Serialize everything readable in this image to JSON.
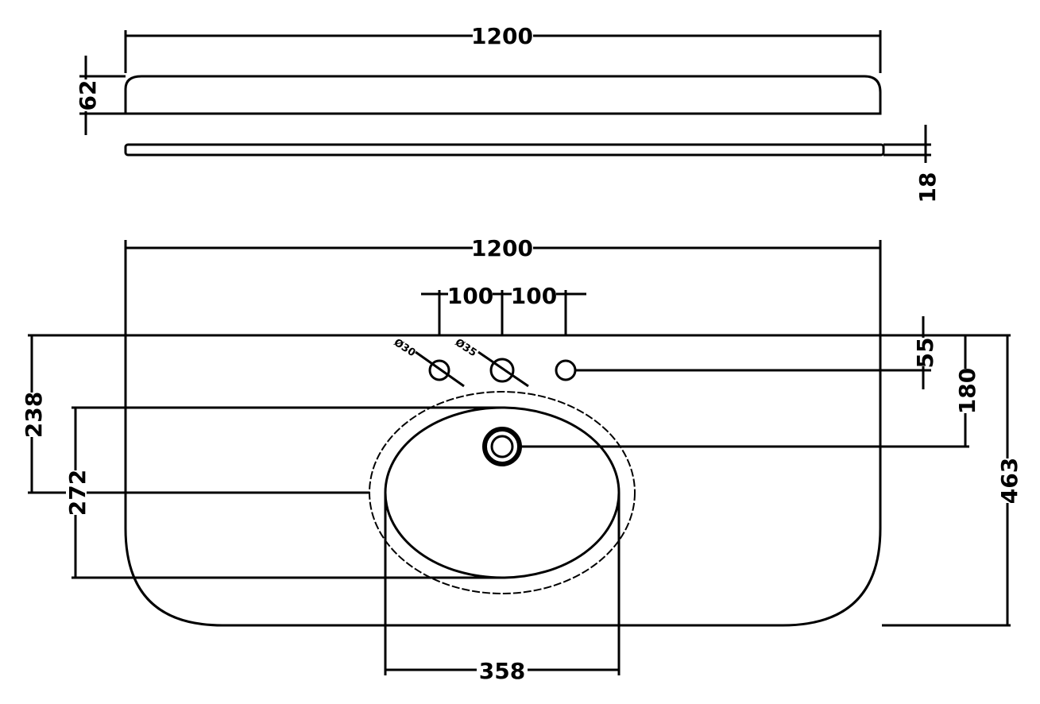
{
  "drawing": {
    "side_view": {
      "width": "1200",
      "height": "62"
    },
    "edge_view": {
      "thickness": "18"
    },
    "plan_view": {
      "width": "1200",
      "tap_spacing_left": "100",
      "tap_spacing_right": "100",
      "hole_small": "Ø30",
      "hole_large": "Ø35",
      "tap_hole_offset": "55",
      "waste_offset": "180",
      "depth": "463",
      "basin_centre": "238",
      "basin_length": "272",
      "basin_width": "358"
    }
  }
}
